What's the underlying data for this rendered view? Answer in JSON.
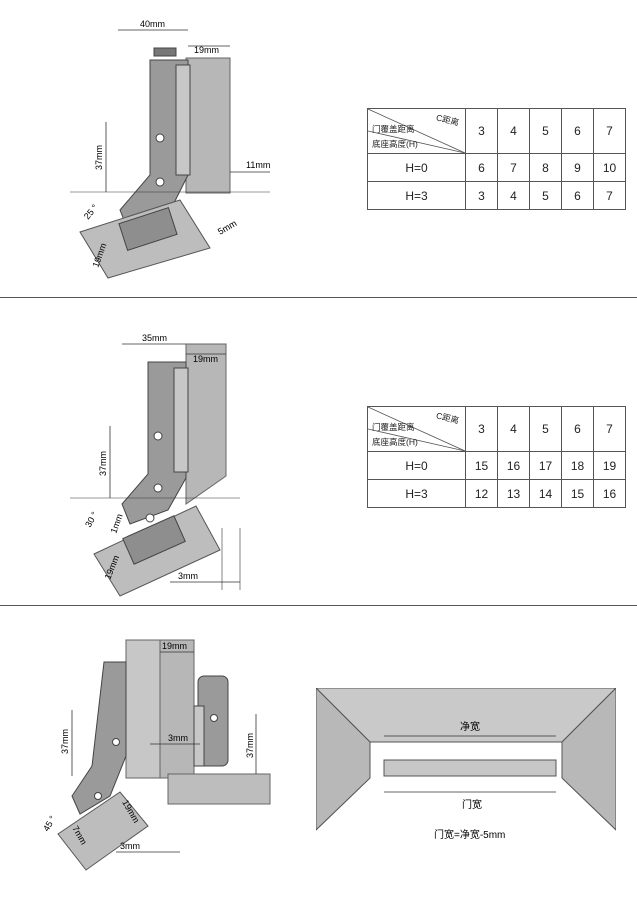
{
  "panels": [
    {
      "dimensions": {
        "width": "40mm",
        "side": "19mm",
        "height": "37mm",
        "angle": "25 °",
        "gap": "11mm",
        "clear": "5mm",
        "thick": "19mm"
      },
      "table": {
        "header_c": "C距离",
        "header_door": "门覆盖距离",
        "header_base": "底座高度(H)",
        "columns": [
          "3",
          "4",
          "5",
          "6",
          "7"
        ],
        "rows": [
          {
            "label": "H=0",
            "values": [
              "6",
              "7",
              "8",
              "9",
              "10"
            ]
          },
          {
            "label": "H=3",
            "values": [
              "3",
              "4",
              "5",
              "6",
              "7"
            ]
          }
        ]
      }
    },
    {
      "dimensions": {
        "width": "35mm",
        "side": "19mm",
        "height": "37mm",
        "angle": "30 °",
        "small": "1mm",
        "thick": "19mm",
        "bottom": "3mm"
      },
      "table": {
        "header_c": "C距离",
        "header_door": "门覆盖距离",
        "header_base": "底座高度(H)",
        "columns": [
          "3",
          "4",
          "5",
          "6",
          "7"
        ],
        "rows": [
          {
            "label": "H=0",
            "values": [
              "15",
              "16",
              "17",
              "18",
              "19"
            ]
          },
          {
            "label": "H=3",
            "values": [
              "12",
              "13",
              "14",
              "15",
              "16"
            ]
          }
        ]
      }
    },
    {
      "dimensions": {
        "side": "19mm",
        "height_left": "37mm",
        "gap": "3mm",
        "height_right": "37mm",
        "angle": "45 °",
        "small": "7mm",
        "thick": "19mm",
        "bottom": "3mm"
      },
      "cabinet": {
        "net_width": "净宽",
        "door_width": "门宽",
        "formula": "门宽=净宽-5mm"
      }
    }
  ]
}
